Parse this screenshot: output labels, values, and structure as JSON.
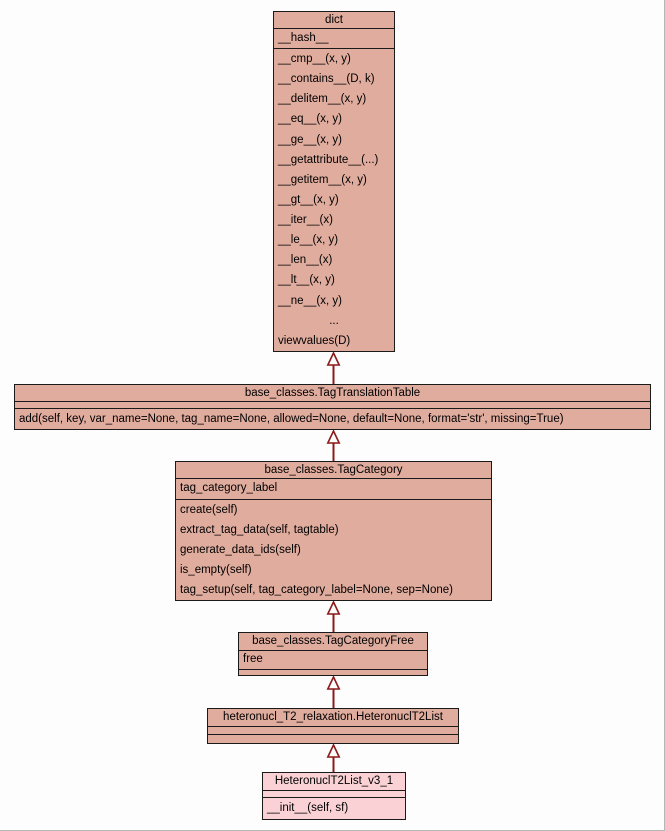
{
  "diagram": {
    "background_color": "#fdfdfd",
    "box_fill_color": "#e0ac9e",
    "highlight_fill_color": "#fad2d6",
    "border_color": "#1a1a1a",
    "arrow_color": "#8b1a1a",
    "classes": [
      {
        "id": "dict",
        "title": "dict",
        "attributes": [
          "__hash__"
        ],
        "methods": [
          "__cmp__(x, y)",
          "__contains__(D, k)",
          "__delitem__(x, y)",
          "__eq__(x, y)",
          "__ge__(x, y)",
          "__getattribute__(...)",
          "__getitem__(x, y)",
          "__gt__(x, y)",
          "__iter__(x)",
          "__le__(x, y)",
          "__len__(x)",
          "__lt__(x, y)",
          "__ne__(x, y)",
          "...",
          "viewvalues(D)"
        ]
      },
      {
        "id": "tag-translation-table",
        "title": "base_classes.TagTranslationTable",
        "attributes": [],
        "methods": [
          "add(self, key, var_name=None, tag_name=None, allowed=None, default=None, format='str', missing=True)"
        ]
      },
      {
        "id": "tag-category",
        "title": "base_classes.TagCategory",
        "attributes": [
          "tag_category_label"
        ],
        "methods": [
          "create(self)",
          "extract_tag_data(self, tagtable)",
          "generate_data_ids(self)",
          "is_empty(self)",
          "tag_setup(self, tag_category_label=None, sep=None)"
        ]
      },
      {
        "id": "tag-category-free",
        "title": "base_classes.TagCategoryFree",
        "attributes": [
          "free"
        ],
        "methods": []
      },
      {
        "id": "heteronucl-t2-list",
        "title": "heteronucl_T2_relaxation.HeteronuclT2List",
        "attributes": [],
        "methods": []
      },
      {
        "id": "heteronucl-t2-list-v3-1",
        "title": "HeteronuclT2List_v3_1",
        "attributes": [],
        "methods": [
          "__init__(self, sf)"
        ],
        "highlighted": true
      }
    ]
  }
}
